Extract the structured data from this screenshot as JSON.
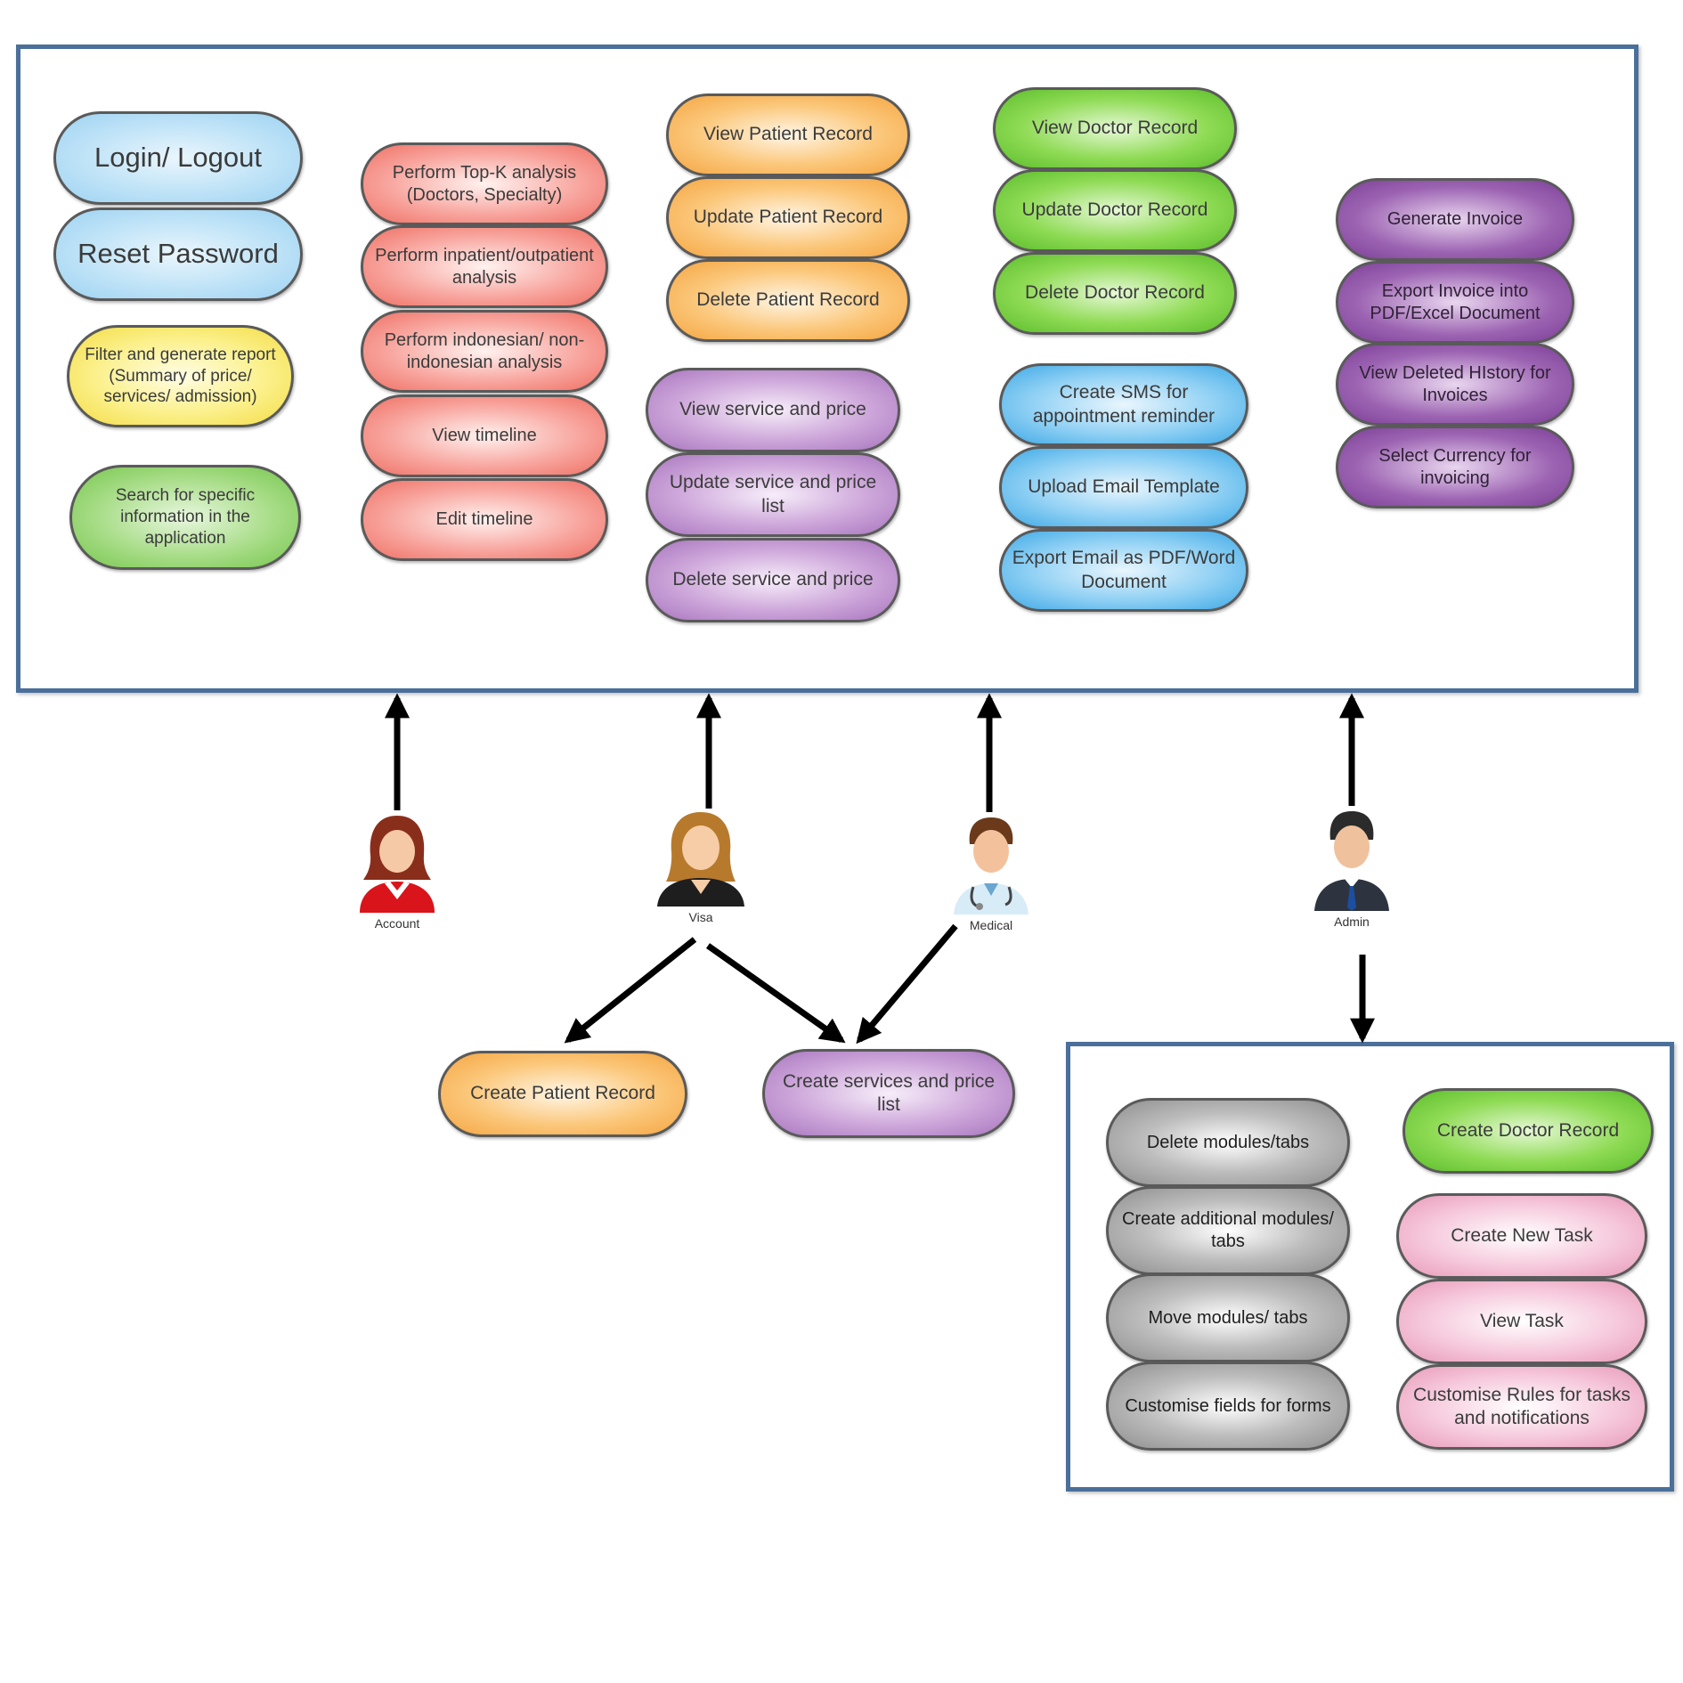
{
  "diagram": {
    "colors": {
      "frame_border": "#4a6f9a",
      "arrow": "#000000"
    },
    "top_box": {
      "col1": [
        {
          "id": "login",
          "label": "Login/ Logout",
          "color": "blue"
        },
        {
          "id": "reset",
          "label": "Reset Password",
          "color": "blue"
        },
        {
          "id": "filter",
          "label": "Filter and generate report (Summary of price/ services/ admission)",
          "color": "yellow"
        },
        {
          "id": "search",
          "label": "Search for specific information in the application",
          "color": "green"
        }
      ],
      "col2": [
        {
          "id": "topk",
          "label": "Perform Top-K analysis (Doctors, Specialty)",
          "color": "red"
        },
        {
          "id": "inpatient",
          "label": "Perform inpatient/outpatient analysis",
          "color": "red"
        },
        {
          "id": "indonesian",
          "label": "Perform indonesian/ non-indonesian analysis",
          "color": "red"
        },
        {
          "id": "view-timeline",
          "label": "View timeline",
          "color": "red"
        },
        {
          "id": "edit-timeline",
          "label": "Edit timeline",
          "color": "red"
        }
      ],
      "col3": [
        {
          "id": "view-patient",
          "label": "View Patient Record",
          "color": "orange"
        },
        {
          "id": "update-patient",
          "label": "Update Patient Record",
          "color": "orange"
        },
        {
          "id": "delete-patient",
          "label": "Delete Patient Record",
          "color": "orange"
        },
        {
          "id": "view-service",
          "label": "View service and price",
          "color": "purple"
        },
        {
          "id": "update-service",
          "label": "Update service and price list",
          "color": "purple"
        },
        {
          "id": "delete-service",
          "label": "Delete service and price",
          "color": "purple"
        }
      ],
      "col4": [
        {
          "id": "view-doctor",
          "label": "View Doctor Record",
          "color": "lime"
        },
        {
          "id": "update-doctor",
          "label": "Update Doctor Record",
          "color": "lime"
        },
        {
          "id": "delete-doctor",
          "label": "Delete Doctor Record",
          "color": "lime"
        },
        {
          "id": "sms",
          "label": "Create SMS for appointment reminder",
          "color": "cyan"
        },
        {
          "id": "email-template",
          "label": "Upload Email Template",
          "color": "cyan"
        },
        {
          "id": "export-email",
          "label": "Export Email as PDF/Word Document",
          "color": "cyan"
        }
      ],
      "col5": [
        {
          "id": "gen-invoice",
          "label": "Generate Invoice",
          "color": "violet"
        },
        {
          "id": "export-invoice",
          "label": "Export Invoice into PDF/Excel Document",
          "color": "violet"
        },
        {
          "id": "deleted-history",
          "label": "View Deleted HIstory for Invoices",
          "color": "violet"
        },
        {
          "id": "currency",
          "label": "Select Currency for invoicing",
          "color": "violet"
        }
      ]
    },
    "actors": [
      {
        "id": "account",
        "label": "Account"
      },
      {
        "id": "visa",
        "label": "Visa"
      },
      {
        "id": "medical",
        "label": "Medical"
      },
      {
        "id": "admin",
        "label": "Admin"
      }
    ],
    "middle": [
      {
        "id": "create-patient",
        "label": "Create Patient Record",
        "color": "orange"
      },
      {
        "id": "create-services",
        "label": "Create services and price list",
        "color": "purple"
      }
    ],
    "admin_box": {
      "left": [
        {
          "id": "delete-modules",
          "label": "Delete modules/tabs",
          "color": "gray"
        },
        {
          "id": "create-modules",
          "label": "Create additional modules/ tabs",
          "color": "gray"
        },
        {
          "id": "move-modules",
          "label": "Move modules/ tabs",
          "color": "gray"
        },
        {
          "id": "customise-fields",
          "label": "Customise fields for forms",
          "color": "gray"
        }
      ],
      "right": [
        {
          "id": "create-doctor",
          "label": "Create Doctor Record",
          "color": "lime"
        },
        {
          "id": "create-task",
          "label": "Create New Task",
          "color": "pink"
        },
        {
          "id": "view-task",
          "label": "View Task",
          "color": "pink"
        },
        {
          "id": "customise-rules",
          "label": "Customise Rules for tasks and notifications",
          "color": "pink"
        }
      ]
    }
  }
}
